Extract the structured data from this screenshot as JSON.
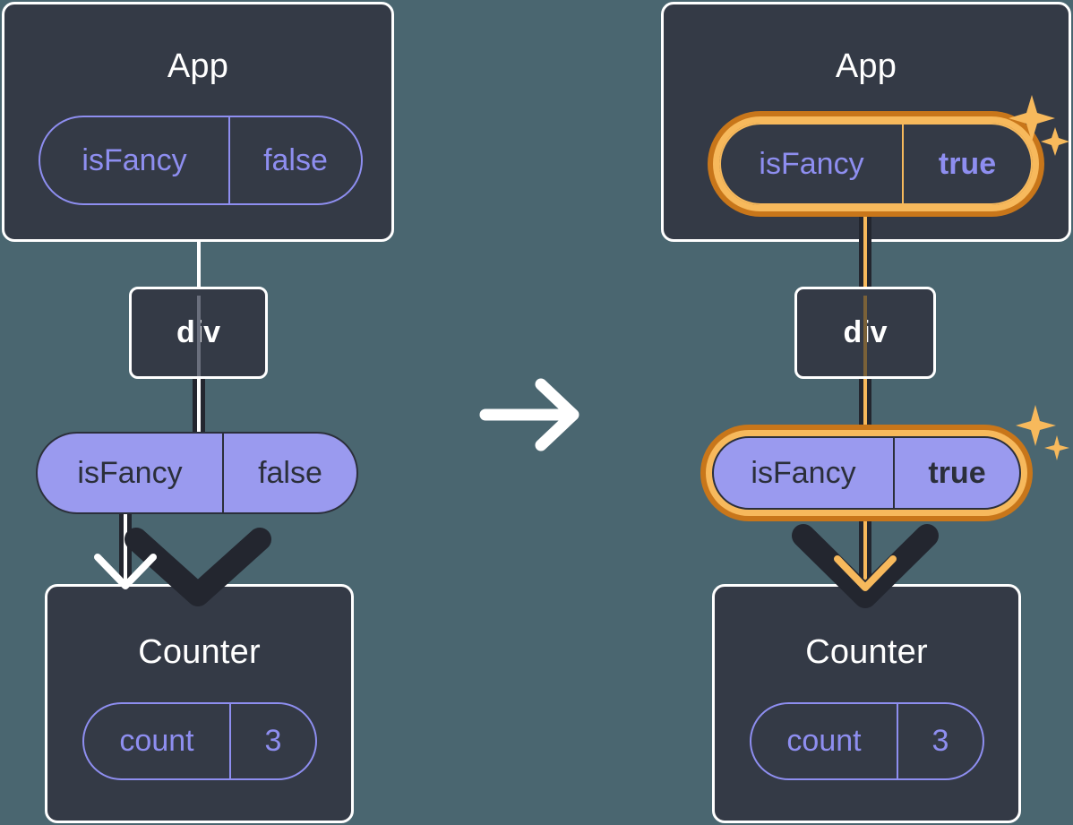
{
  "meta": {
    "background_color": "#4a6670",
    "card_bg": "#343a46",
    "card_border": "#ffffff",
    "pill_purple_fill": "#9a9aef",
    "pill_outline_color": "#8e8ef0",
    "highlight_amber_light": "#f7b95c",
    "highlight_amber_dark": "#c8761a",
    "rail_dark": "#23262f"
  },
  "panels": [
    {
      "id": "before",
      "app": {
        "title": "App",
        "state_pill": {
          "key": "isFancy",
          "value": "false",
          "highlighted": false,
          "style": "ghost"
        }
      },
      "div_node": {
        "label": "div"
      },
      "prop_pill": {
        "key": "isFancy",
        "value": "false",
        "highlighted": false,
        "style": "solid"
      },
      "counter": {
        "title": "Counter",
        "state_pill": {
          "key": "count",
          "value": "3",
          "highlighted": false,
          "style": "ghost"
        }
      },
      "sparkles_visible": false,
      "arrow_core_color": "#ffffff"
    },
    {
      "id": "after",
      "app": {
        "title": "App",
        "state_pill": {
          "key": "isFancy",
          "value": "true",
          "highlighted": true,
          "style": "ghost"
        }
      },
      "div_node": {
        "label": "div"
      },
      "prop_pill": {
        "key": "isFancy",
        "value": "true",
        "highlighted": true,
        "style": "solid"
      },
      "counter": {
        "title": "Counter",
        "state_pill": {
          "key": "count",
          "value": "3",
          "highlighted": false,
          "style": "ghost"
        }
      },
      "sparkles_visible": true,
      "arrow_core_color": "#f7b95c"
    }
  ],
  "transition": {
    "icon": "arrow-right-icon",
    "color": "#ffffff"
  },
  "sparkle_icon": {
    "name": "sparkles-icon",
    "color": "#f7b95c"
  }
}
